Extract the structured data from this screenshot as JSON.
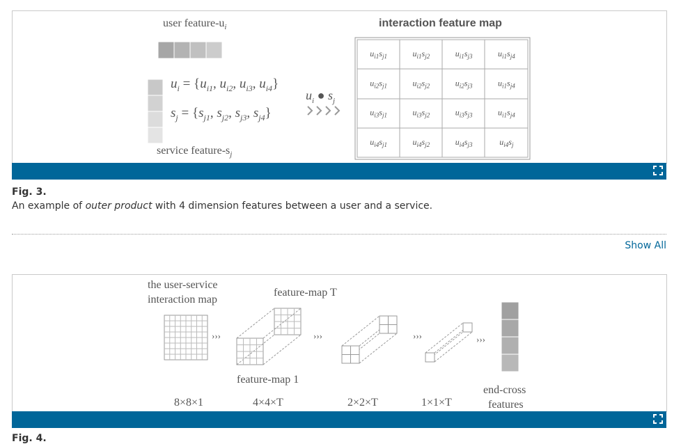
{
  "figure3": {
    "image_text": {
      "user_feature": "user feature-u",
      "user_feature_sub": "i",
      "ui_eq": "u",
      "ui_eq_sub": "i",
      "ui_eq_rest": " = {u",
      "ui_set": [
        "i1",
        "i2",
        "i3",
        "i4"
      ],
      "sj_eq": "s",
      "sj_eq_sub": "j",
      "sj_set": [
        "j1",
        "j2",
        "j3",
        "j4"
      ],
      "service_feature": "service feature-s",
      "service_feature_sub": "j",
      "op_u": "u",
      "op_u_sub": "i",
      "op_s": "s",
      "op_s_sub": "j",
      "map_title": "interaction feature map",
      "grid": [
        [
          [
            "i1",
            "j1"
          ],
          [
            "i1",
            "j2"
          ],
          [
            "i1",
            "j3"
          ],
          [
            "i1",
            "j4"
          ]
        ],
        [
          [
            "i2",
            "j1"
          ],
          [
            "i2",
            "j2"
          ],
          [
            "i2",
            "j3"
          ],
          [
            "i1",
            "j4"
          ]
        ],
        [
          [
            "i3",
            "j1"
          ],
          [
            "i3",
            "j2"
          ],
          [
            "i3",
            "j3"
          ],
          [
            "i1",
            "j4"
          ]
        ],
        [
          [
            "i4",
            "j1"
          ],
          [
            "i4",
            "j2"
          ],
          [
            "i4",
            "j3"
          ],
          [
            "i4",
            "j"
          ]
        ]
      ]
    },
    "label": "Fig. 3.",
    "caption_before": "An example of ",
    "caption_em": "outer product",
    "caption_after": " with 4 dimension features between a user and a service."
  },
  "show_all": "Show All",
  "figure4": {
    "image_text": {
      "map_label_line1": "the user-service",
      "map_label_line2": "interaction map",
      "fmT": "feature-map T",
      "fm1": "feature-map 1",
      "arrow": "›››",
      "end_cross_line1": "end-cross",
      "end_cross_line2": "features",
      "dims": [
        "8×8×1",
        "4×4×T",
        "2×2×T",
        "1×1×T"
      ]
    },
    "label": "Fig. 4."
  },
  "colors": {
    "bar": "#006699",
    "link": "#006699"
  },
  "icons": {
    "expand": "expand-icon"
  }
}
